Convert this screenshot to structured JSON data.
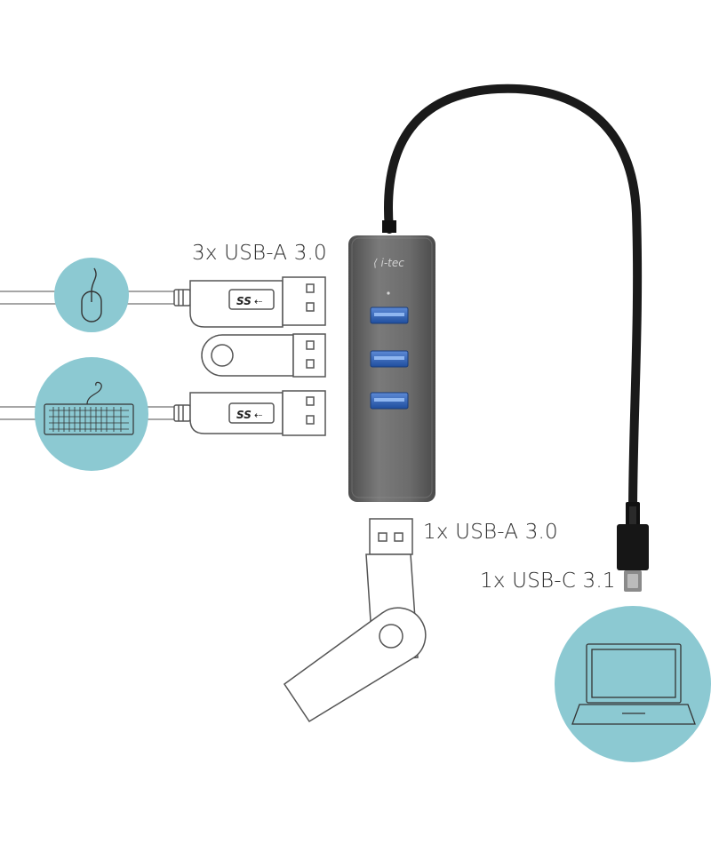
{
  "labels": {
    "usb_a_3x": "3x USB-A 3.0",
    "usb_a_1x": "1x USB-A 3.0",
    "usb_c_1x": "1x USB-C 3.1"
  },
  "hub": {
    "brand": "i-tec",
    "port_count": 4
  },
  "connector_logo": "SS",
  "colors": {
    "accent_circle": "#8cc9d2",
    "hub_body": "#6a6a6a",
    "port_blue": "#2f63b8",
    "cable": "#1a1a1a"
  },
  "icons": [
    "mouse-icon",
    "keyboard-icon",
    "usb-flash-drive-icon",
    "laptop-icon",
    "usb-c-plug-icon"
  ]
}
